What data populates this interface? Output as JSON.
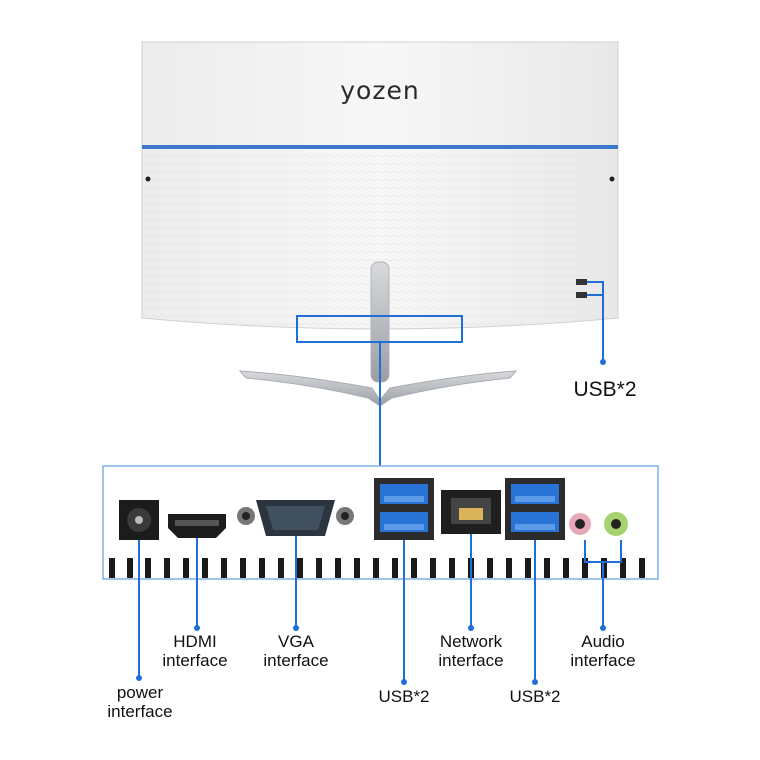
{
  "brand": "yozen",
  "accent_color": "#1f6fd6",
  "callouts": {
    "side_usb": "USB*2",
    "hdmi": [
      "HDMI",
      "interface"
    ],
    "vga": [
      "VGA",
      "interface"
    ],
    "power": [
      "power",
      "interface"
    ],
    "network": [
      "Network",
      "interface"
    ],
    "audio": [
      "Audio",
      "interface"
    ],
    "usb_left": "USB*2",
    "usb_right": "USB*2"
  }
}
